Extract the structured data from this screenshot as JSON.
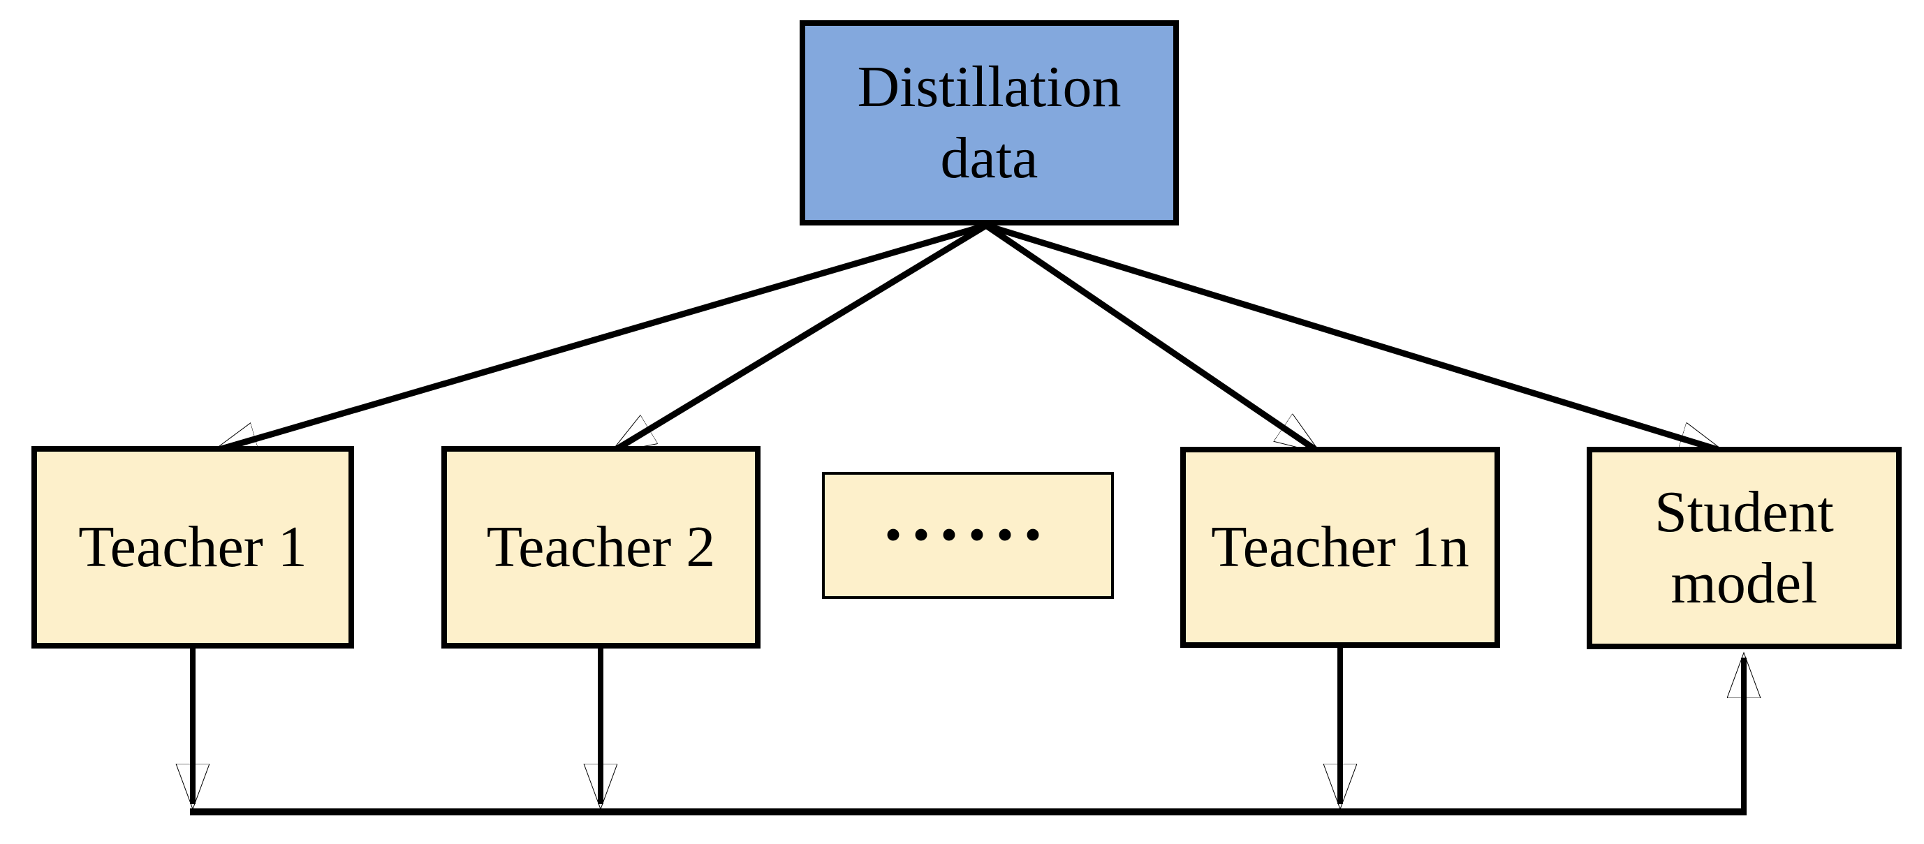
{
  "diagram": {
    "title": "Multi-teacher knowledge distillation diagram",
    "colors": {
      "source_fill": "#83A8DD",
      "node_fill": "#FDF0CB",
      "border": "#000000",
      "arrow": "#000000",
      "background": "#ffffff"
    },
    "nodes": {
      "distillation_data": {
        "label": "Distillation data"
      },
      "teacher_1": {
        "label": "Teacher 1"
      },
      "teacher_2": {
        "label": "Teacher 2"
      },
      "ellipsis": {
        "label": "......"
      },
      "teacher_1n": {
        "label": "Teacher 1n"
      },
      "student_model": {
        "label": "Student model"
      }
    },
    "edges": [
      {
        "from": "distillation_data",
        "to": "teacher_1"
      },
      {
        "from": "distillation_data",
        "to": "teacher_2"
      },
      {
        "from": "distillation_data",
        "to": "teacher_1n"
      },
      {
        "from": "distillation_data",
        "to": "student_model"
      },
      {
        "from": "teacher_1",
        "to": "student_model"
      },
      {
        "from": "teacher_2",
        "to": "student_model"
      },
      {
        "from": "teacher_1n",
        "to": "student_model"
      }
    ]
  }
}
